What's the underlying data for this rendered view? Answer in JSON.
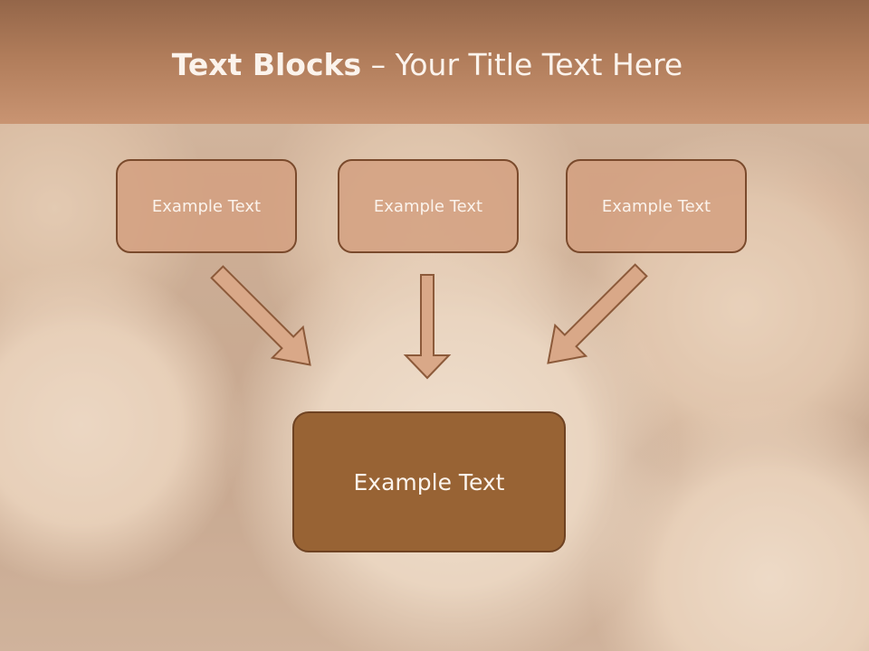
{
  "title": {
    "bold": "Text Blocks",
    "rest": " – Your Title Text Here"
  },
  "boxes": {
    "left": "Example Text",
    "center": "Example Text",
    "right": "Example Text",
    "main": "Example Text"
  },
  "colors": {
    "title_band": "#b07c5a",
    "box_fill": "#d4a080",
    "box_border": "#7a4a2c",
    "main_box_fill": "#986334",
    "arrow_fill": "#d9a888",
    "arrow_stroke": "#8c5a3a",
    "text": "#fbf3ec"
  }
}
